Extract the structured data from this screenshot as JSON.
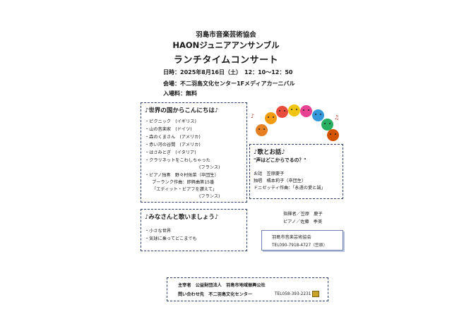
{
  "header": {
    "organizer_name": "羽島市音楽芸術協会",
    "ensemble": "HAONジュニアアンサンブル",
    "title": "ランチタイムコンサート"
  },
  "details": {
    "datetime": "日時：2025年8月16日（土）　12：10〜12：50",
    "venue": "会場：不二羽島文化センター1Fメディアカーニバル",
    "fee": "入場料：無料"
  },
  "section_world": {
    "heading": "♪世界の国からこんにちは♪",
    "items": [
      "・ピクニック　(イギリス)",
      "・山の音楽家　(ドイツ)",
      "・森のくまさん　(アメリカ)",
      "・赤い河の谷間　(アメリカ)",
      "・はさみとぎ　(イタリア)",
      "・クラリネットをこわしちゃった",
      "(フランス)",
      "・ピアノ独奏　野々村佑菜（卒団生）",
      "プーランク作曲：即興曲第15番",
      "「エディット・ピアフを讃えて」",
      "(フランス)"
    ]
  },
  "section_talk": {
    "heading": "♪歌とお話♪",
    "subtitle": "\"声はどこからでるの？\"",
    "lines": [
      "お話　笠原慶子",
      "独唱　橘本莉子（卒団生）",
      "ドニゼッティ作曲：「永遠の愛と誠」"
    ]
  },
  "section_sing": {
    "heading": "♪みなさんと歌いましょう♪",
    "items": [
      "・小さな世界",
      "・気球に乗ってどこまでも"
    ]
  },
  "credits": {
    "conductor": "指揮者／笠原　慶子",
    "piano": "ピアノ／佐藤　季美"
  },
  "contact": {
    "org": "羽島市音楽芸術協会",
    "tel": "TEL090-7918-4727（笠原）"
  },
  "footer": {
    "host": "主宰者　公益財団法人　羽島市地域振興公社",
    "inquiry": "問い合わせ先　不二羽島文化センター",
    "tel": "TEL058-393-2231"
  },
  "colors": {
    "border": "#2b3f6e",
    "faces": [
      "#e74c3c",
      "#f39c12",
      "#27ae60",
      "#e67e22",
      "#3498db",
      "#f1c40f",
      "#e84393",
      "#8e44ad",
      "#16a085",
      "#d35400"
    ]
  }
}
